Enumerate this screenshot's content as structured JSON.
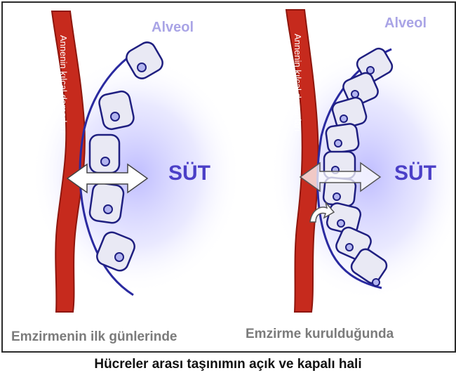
{
  "caption": "Hücreler arası taşınımın açık ve kapalı hali",
  "panels": [
    {
      "id": "early",
      "alveol_label": "Alveol",
      "vessel_label": "Annenin kılcal damarları",
      "milk_label": "SÜT",
      "stage_label": "Emzirmenin ilk günlerinde",
      "junctions": "open"
    },
    {
      "id": "established",
      "alveol_label": "Alveol",
      "vessel_label": "Annenin kılcal damarları",
      "milk_label": "SÜT",
      "stage_label": "Emzirme kurulduğunda",
      "junctions": "closed"
    }
  ],
  "colors": {
    "vessel_fill": "#c62a1d",
    "vessel_edge": "#8e160d",
    "membrane": "#2a2aa0",
    "cell_fill": "#e9e9f4",
    "nucleus": "#b2b4ef",
    "milk_glow": "#8a86ff",
    "milk_text": "#4b3fc7",
    "alveol_text": "#a9a4e6",
    "stage_text": "#7b7b7b"
  }
}
